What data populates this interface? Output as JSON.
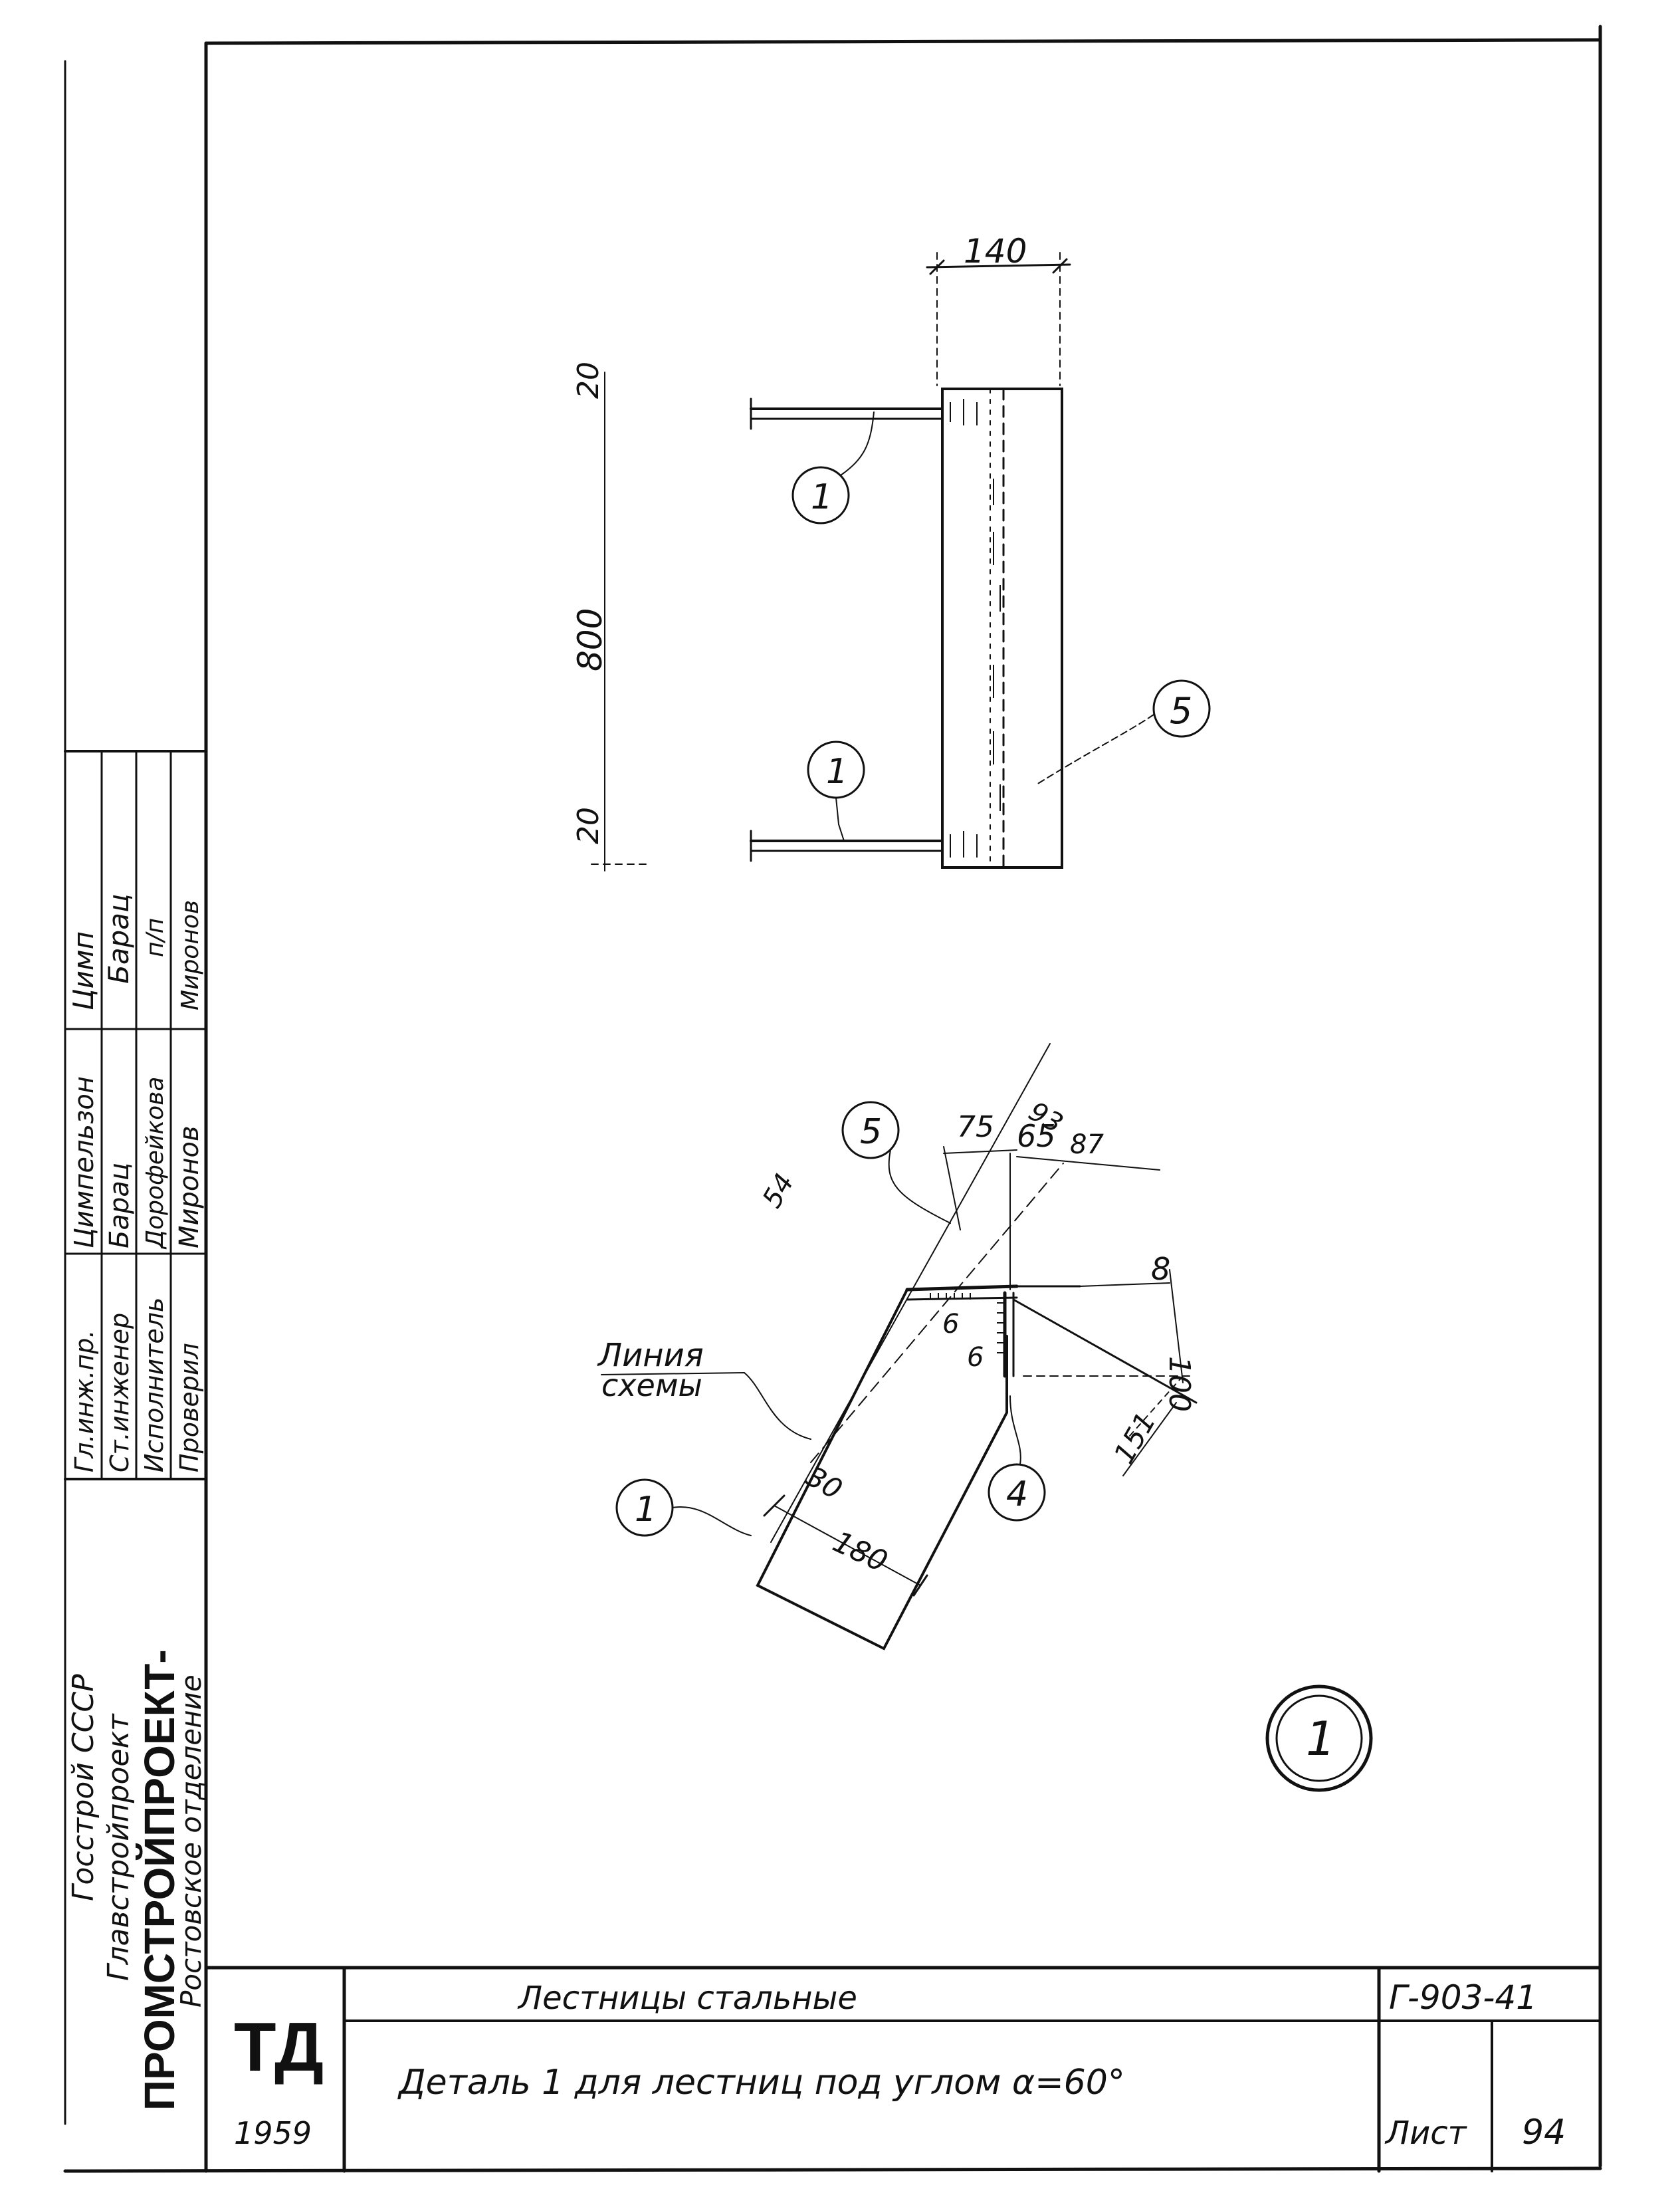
{
  "frame": {
    "org_line1": "Госстрой СССР",
    "org_line2": "Главстройпроект",
    "org_name": "ПРОМСТРОЙПРОЕКТ-",
    "org_dept": "Ростовское отделение"
  },
  "signatures": {
    "rows": [
      {
        "role": "Гл.инж.пр.",
        "name": "Цимпельзон",
        "sign": "Цимп"
      },
      {
        "role": "Ст.инженер",
        "name": "Барац",
        "sign": "Барац"
      },
      {
        "role": "Исполнитель",
        "name": "Дорофейкова",
        "sign": "п/п"
      },
      {
        "role": "Проверил",
        "name": "Миронов",
        "sign": "Миронов"
      }
    ]
  },
  "title_block": {
    "logo": "ТД",
    "year": "1959",
    "title": "Лестницы стальные",
    "subtitle": "Деталь 1 для лестниц под углом α=60°",
    "code": "Г-903-41",
    "sheet_label": "Лист",
    "sheet_number": "94"
  },
  "top_view": {
    "dim_width": "140",
    "dim_top": "20",
    "dim_span": "800",
    "dim_bottom": "20",
    "callout_a": "1",
    "callout_b": "1",
    "callout_c": "5"
  },
  "section_view": {
    "dim_54": "54",
    "dim_75": "75",
    "dim_65": "65",
    "dim_87": "87",
    "dim_93": "93",
    "dim_8": "8",
    "dim_100": "100",
    "dim_151": "151",
    "dim_30": "30",
    "dim_180": "180",
    "weld_a": "6",
    "weld_b": "6",
    "label_line1": "Линия",
    "label_line2": "схемы",
    "callout_5": "5",
    "callout_4": "4",
    "callout_1": "1"
  },
  "detail_mark": "1"
}
